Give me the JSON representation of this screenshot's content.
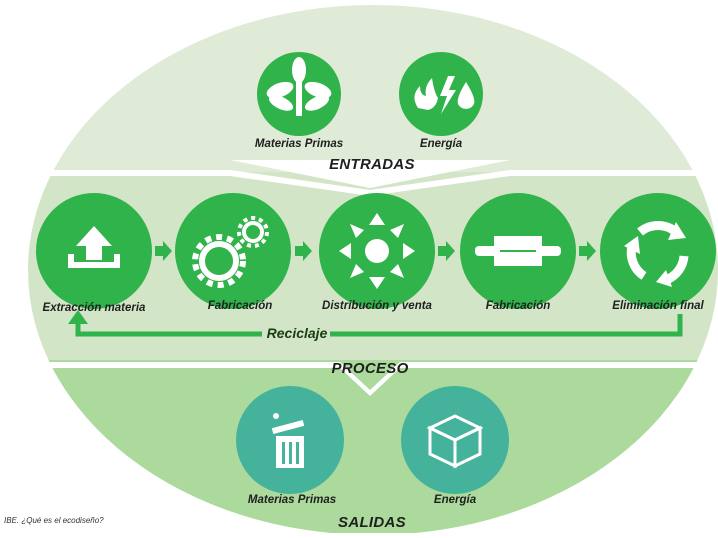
{
  "entradas": {
    "title": "ENTRADAS",
    "items": [
      {
        "label": "Materias Primas",
        "icon": "plant-icon"
      },
      {
        "label": "Energía",
        "icon": "energy-icon"
      }
    ]
  },
  "proceso": {
    "title": "PROCESO",
    "steps": [
      {
        "label": "Extracción materia",
        "icon": "upload-icon"
      },
      {
        "label": "Fabricación",
        "icon": "gears-icon"
      },
      {
        "label": "Distribución y venta",
        "icon": "distribution-icon"
      },
      {
        "label": "Fabricación",
        "icon": "package-icon"
      },
      {
        "label": "Eliminación final",
        "icon": "recycle-icon"
      }
    ],
    "recycle_label": "Reciclaje"
  },
  "salidas": {
    "title": "SALIDAS",
    "items": [
      {
        "label": "Materias Primas",
        "icon": "trash-icon"
      },
      {
        "label": "Energía",
        "icon": "box-icon"
      }
    ]
  },
  "footer": "IBE. ¿Qué es el ecodiseño?",
  "colors": {
    "green": "#2fb34a",
    "teal": "#45b29c",
    "band_light": "#dcead2",
    "band_mid": "#cfe3c2",
    "band_bottom": "#a9d89a",
    "arrow_dark": "#1f8f3a"
  }
}
